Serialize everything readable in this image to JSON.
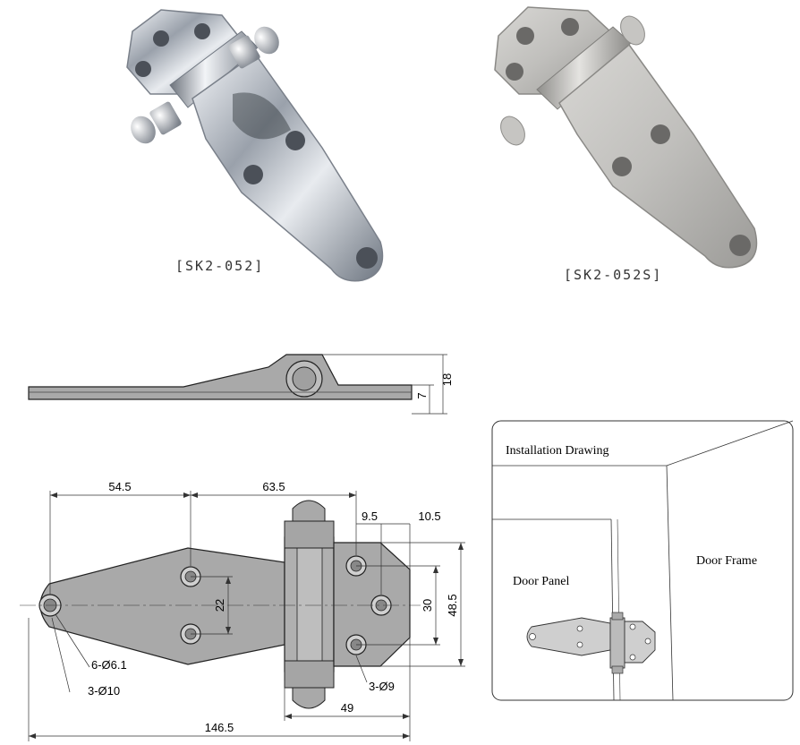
{
  "products": [
    {
      "label": "[SK2-052]"
    },
    {
      "label": "[SK2-052S]"
    }
  ],
  "side_view": {
    "dims": {
      "total_height": "18",
      "plate_thickness": "7"
    }
  },
  "top_view": {
    "dims": {
      "hole1_to_hole2": "54.5",
      "hole2_to_hole3": "63.5",
      "leaf_offset_a": "9.5",
      "leaf_offset_b": "10.5",
      "hole_spacing_small": "22",
      "hole_spacing_mid": "30",
      "leaf_height": "48.5",
      "short_leaf_width": "49",
      "overall_length": "146.5"
    },
    "callouts": {
      "holes_small": "6-Ø6.1",
      "holes_end": "3-Ø10",
      "holes_leaf": "3-Ø9"
    }
  },
  "installation": {
    "title": "Installation Drawing",
    "door_panel": "Door Panel",
    "door_frame": "Door Frame"
  },
  "colors": {
    "chrome": "#c9ced6",
    "steel": "#b4b4b2",
    "drawing_fill": "#a9a9a9",
    "line": "#222222"
  }
}
